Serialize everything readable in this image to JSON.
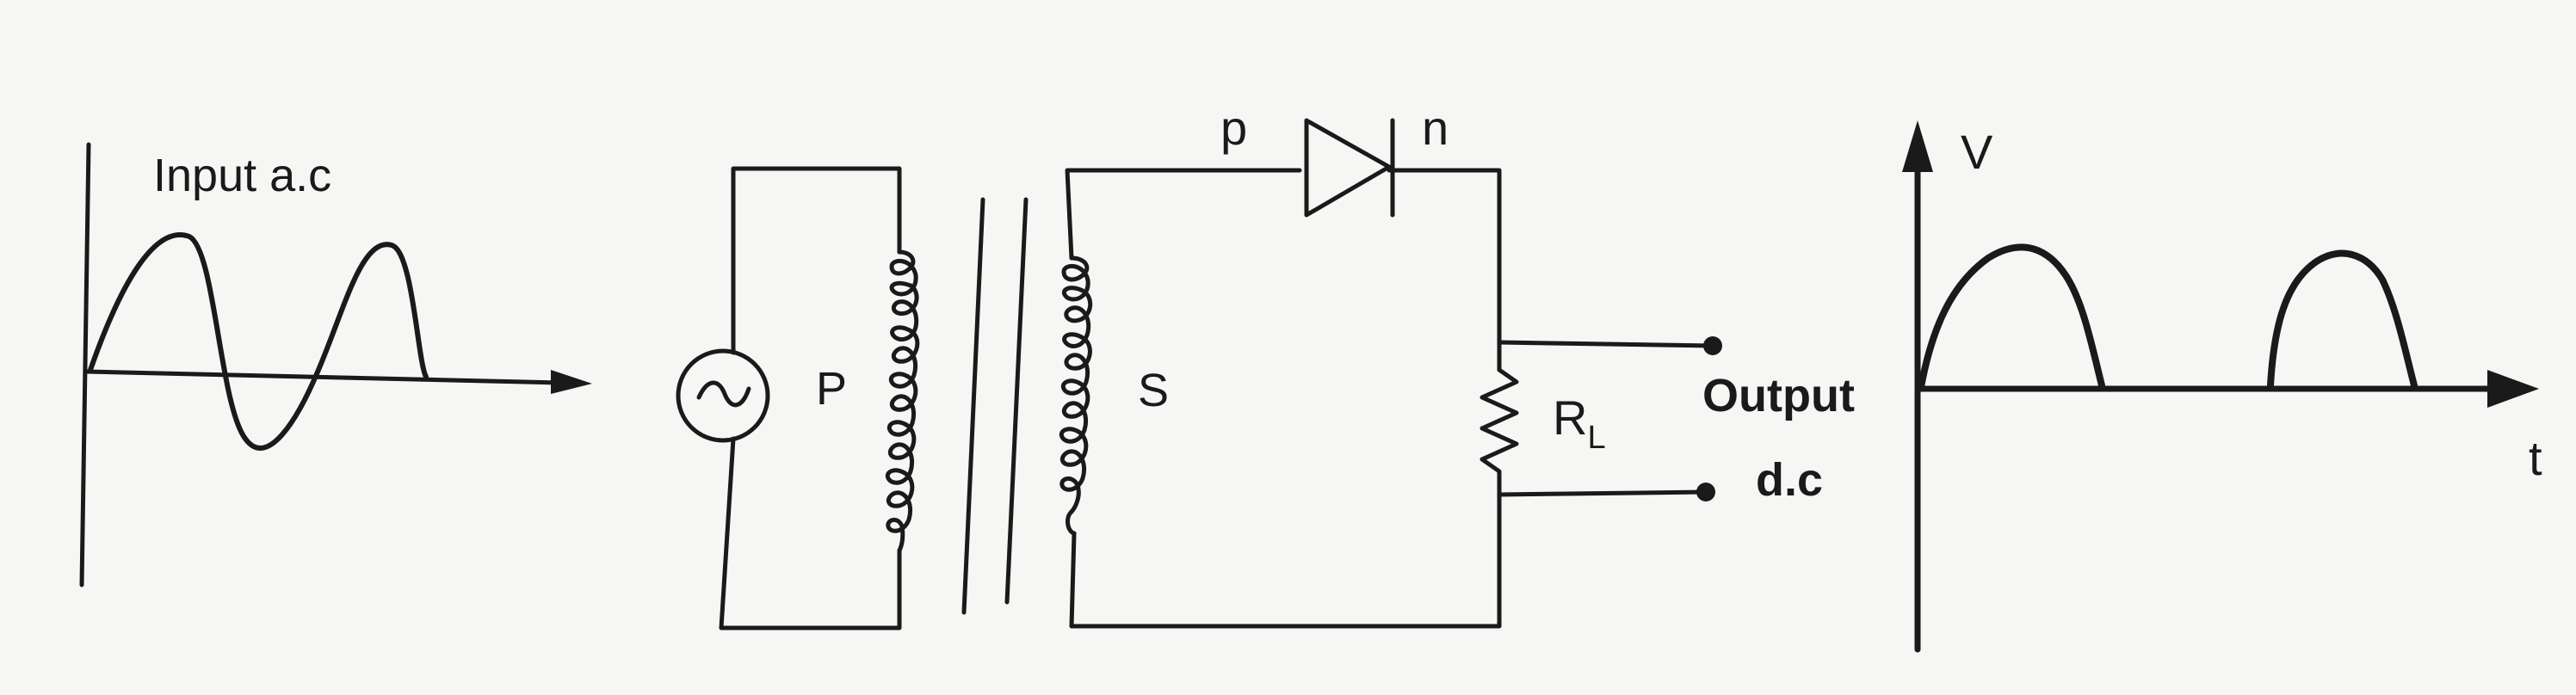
{
  "input_graph": {
    "label": "Input a.c"
  },
  "circuit": {
    "primary_label": "P",
    "secondary_label": "S",
    "diode_p_label": "p",
    "diode_n_label": "n",
    "load_label": "R",
    "load_subscript": "L",
    "output_label_line1": "Output",
    "output_label_line2": "d.c"
  },
  "output_graph": {
    "y_axis_label": "V",
    "x_axis_label": "t"
  },
  "colors": {
    "ink": "#1a1a1a",
    "paper": "#f6f6f4"
  }
}
